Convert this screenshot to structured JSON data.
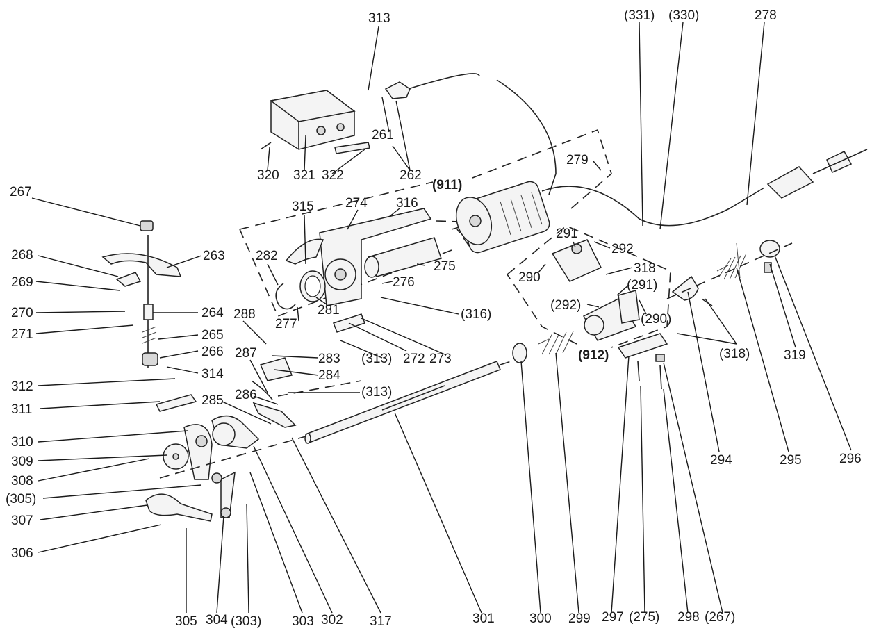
{
  "labels": {
    "l313a": "313",
    "l331": "(331)",
    "l330": "(330)",
    "l278": "278",
    "l320": "320",
    "l321": "321",
    "l322": "322",
    "l261": "261",
    "l262": "262",
    "l911": "(911)",
    "l279": "279",
    "l267a": "267",
    "l263": "263",
    "l268": "268",
    "l269": "269",
    "l270": "270",
    "l264": "264",
    "l271": "271",
    "l265": "265",
    "l266": "266",
    "l314": "314",
    "l312": "312",
    "l311": "311",
    "l310": "310",
    "l309": "309",
    "l308": "308",
    "l305a": "(305)",
    "l307": "307",
    "l306": "306",
    "l315": "315",
    "l274": "274",
    "l316a": "316",
    "l282": "282",
    "l275a": "275",
    "l276": "276",
    "l281": "281",
    "l277": "277",
    "l316b": "(316)",
    "l288": "288",
    "l283": "283",
    "l287": "287",
    "l284": "284",
    "l313b": "(313)",
    "l313c": "(313)",
    "l272": "272",
    "l273": "273",
    "l286": "286",
    "l285": "285",
    "l291a": "291",
    "l292a": "292",
    "l290a": "290",
    "l318a": "318",
    "l291b": "(291)",
    "l292b": "(292)",
    "l290b": "(290)",
    "l912": "(912)",
    "l318b": "(318)",
    "l319": "319",
    "l294": "294",
    "l295": "295",
    "l296": "296",
    "l305b": "305",
    "l304": "304",
    "l303a": "(303)",
    "l303b": "303",
    "l302": "302",
    "l317": "317",
    "l301": "301",
    "l300": "300",
    "l299": "299",
    "l297": "297",
    "l275b": "(275)",
    "l298": "298",
    "l267b": "(267)"
  }
}
